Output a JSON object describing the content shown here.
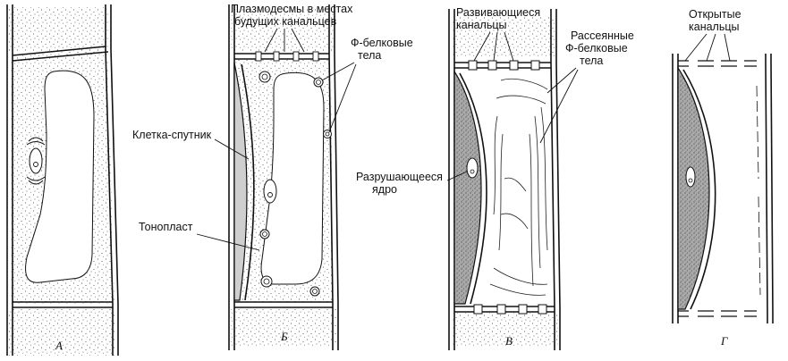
{
  "figure": {
    "panels": [
      {
        "id": "A",
        "letter": "А"
      },
      {
        "id": "B",
        "letter": "Б"
      },
      {
        "id": "V",
        "letter": "В"
      },
      {
        "id": "G",
        "letter": "Г"
      }
    ],
    "labels": {
      "plasmodesmata": [
        "Плазмодесмы в местах",
        "будущих канальцев"
      ],
      "f_protein_bodies": [
        "Ф-белковые",
        "тела"
      ],
      "companion_cell": "Клетка-спутник",
      "tonoplast": "Тонопласт",
      "developing_channels": [
        "Развивающиеся",
        "канальцы"
      ],
      "dispersed_f_protein": [
        "Рассеянные",
        "Ф-белковые",
        "тела"
      ],
      "degrading_nucleus": [
        "Разрушающееся",
        "ядро"
      ],
      "open_channels": [
        "Открытые",
        "канальцы"
      ]
    },
    "colors": {
      "ink": "#111111",
      "background": "#ffffff",
      "stipple": "#333333",
      "dark_cytoplasm": "#9a9a9a"
    }
  }
}
